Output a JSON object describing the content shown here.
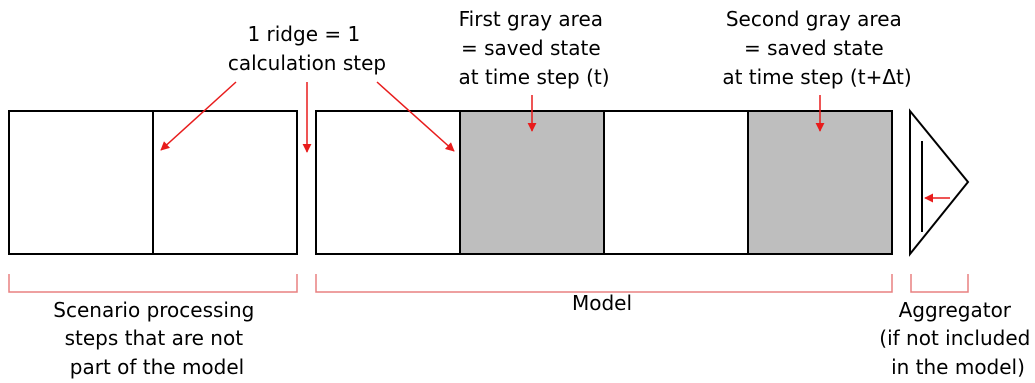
{
  "annotations": {
    "ridge": [
      "1 ridge = 1",
      "calculation step"
    ],
    "first_gray": [
      "First gray area",
      "= saved state",
      "at time step (t)"
    ],
    "second_gray": [
      "Second gray area",
      "= saved state",
      "at time step (t+Δt)"
    ]
  },
  "labels": {
    "scenario": [
      "Scenario processing",
      "steps that are not",
      "part of the model"
    ],
    "model": [
      "Model"
    ],
    "aggregator": [
      "Aggregator",
      "(if not included",
      "in the model)"
    ]
  },
  "colors": {
    "arrow": "#e81c1c",
    "bracket": "#e88080",
    "gray_fill": "#bebebe",
    "outline": "#000000"
  }
}
